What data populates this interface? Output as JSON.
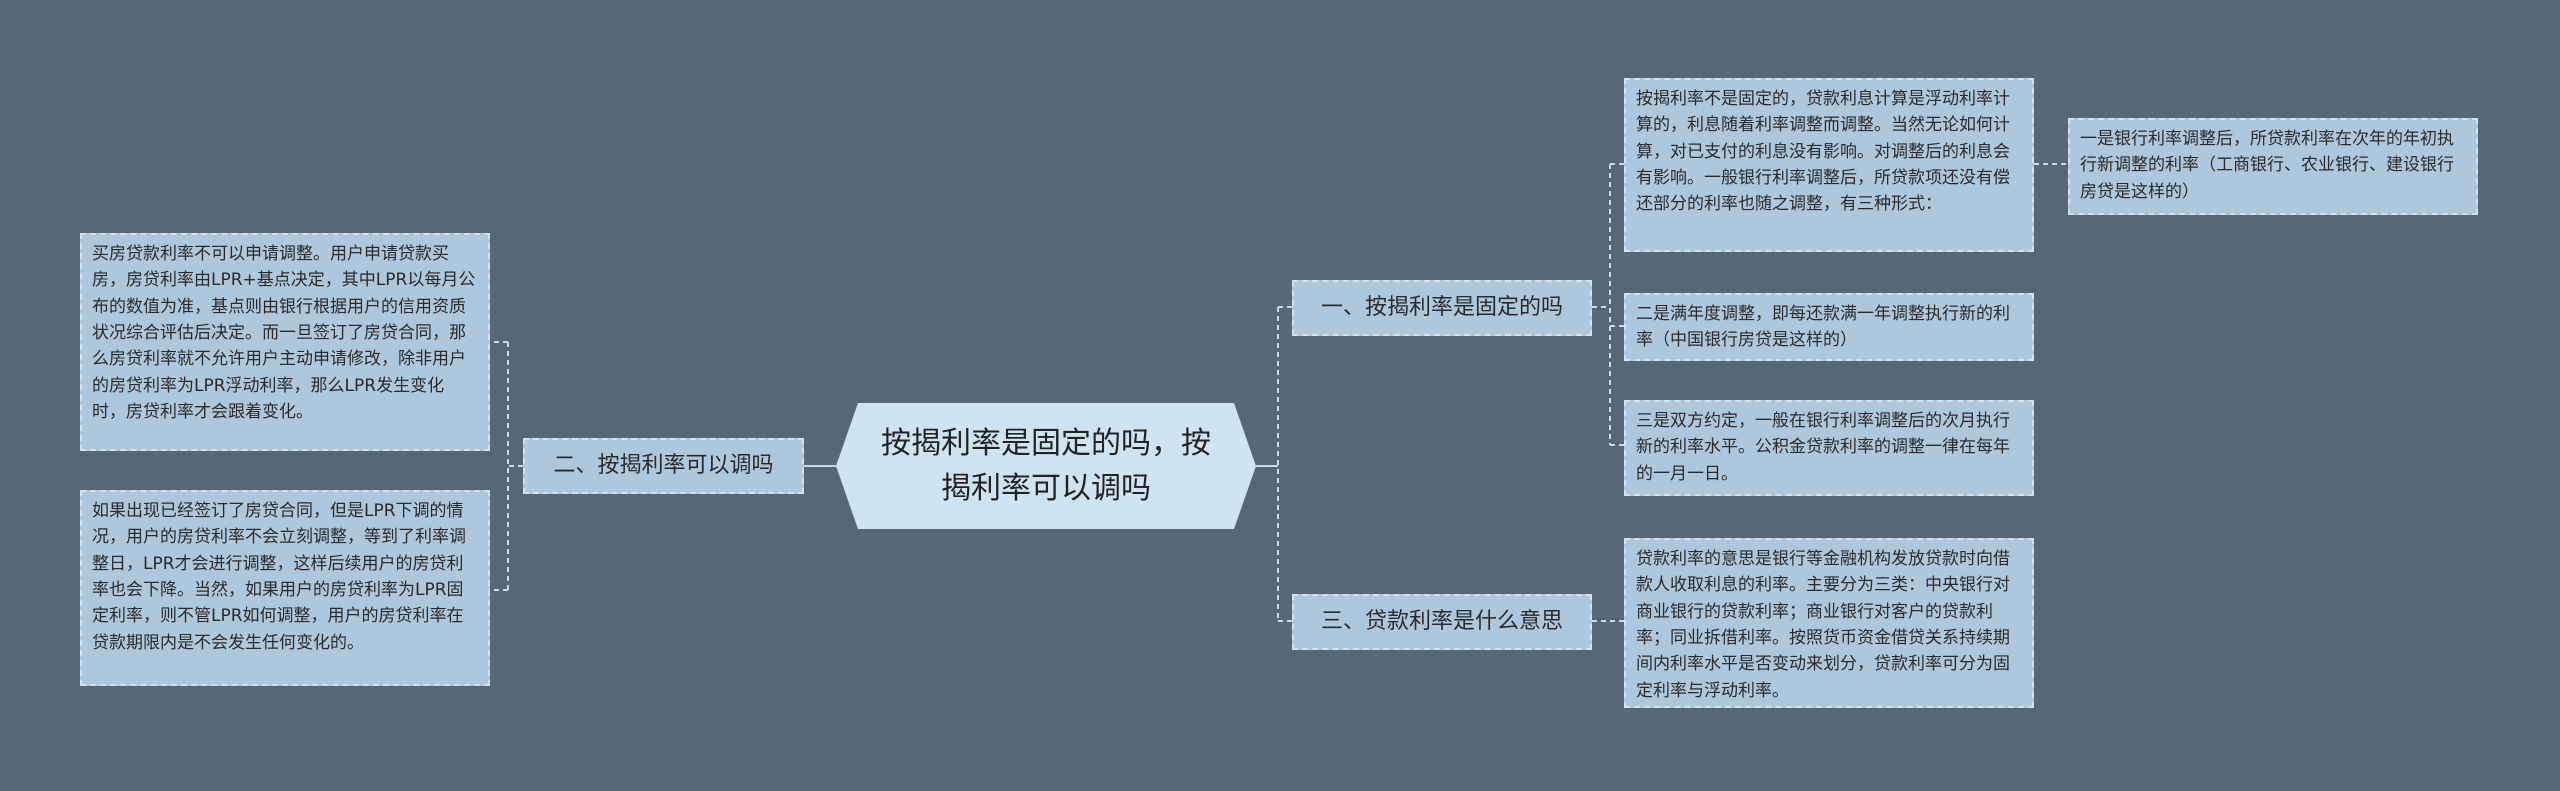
{
  "root": {
    "title": "按揭利率是固定的吗，按揭利率可以调吗"
  },
  "branches": {
    "b1": {
      "label": "一、按揭利率是固定的吗"
    },
    "b2": {
      "label": "二、按揭利率可以调吗"
    },
    "b3": {
      "label": "三、贷款利率是什么意思"
    }
  },
  "leaves": {
    "b1_main": "按揭利率不是固定的，贷款利息计算是浮动利率计算的，利息随着利率调整而调整。当然无论如何计算，对已支付的利息没有影响。对调整后的利息会有影响。一般银行利率调整后，所贷款项还没有偿还部分的利率也随之调整，有三种形式：",
    "b1_main_sub": "一是银行利率调整后，所贷款利率在次年的年初执行新调整的利率（工商银行、农业银行、建设银行房贷是这样的）",
    "b1_second": "二是满年度调整，即每还款满一年调整执行新的利率（中国银行房贷是这样的）",
    "b1_third": "三是双方约定，一般在银行利率调整后的次月执行新的利率水平。公积金贷款利率的调整一律在每年的一月一日。",
    "b2_a": "买房贷款利率不可以申请调整。用户申请贷款买房，房贷利率由LPR+基点决定，其中LPR以每月公布的数值为准，基点则由银行根据用户的信用资质状况综合评估后决定。而一旦签订了房贷合同，那么房贷利率就不允许用户主动申请修改，除非用户的房贷利率为LPR浮动利率，那么LPR发生变化时，房贷利率才会跟着变化。",
    "b2_b": "如果出现已经签订了房贷合同，但是LPR下调的情况，用户的房贷利率不会立刻调整，等到了利率调整日，LPR才会进行调整，这样后续用户的房贷利率也会下降。当然，如果用户的房贷利率为LPR固定利率，则不管LPR如何调整，用户的房贷利率在贷款期限内是不会发生任何变化的。",
    "b3_a": "贷款利率的意思是银行等金融机构发放贷款时向借款人收取利息的利率。主要分为三类：中央银行对商业银行的贷款利率；商业银行对客户的贷款利率；同业拆借利率。按照货币资金借贷关系持续期间内利率水平是否变动来划分，贷款利率可分为固定利率与浮动利率。"
  }
}
